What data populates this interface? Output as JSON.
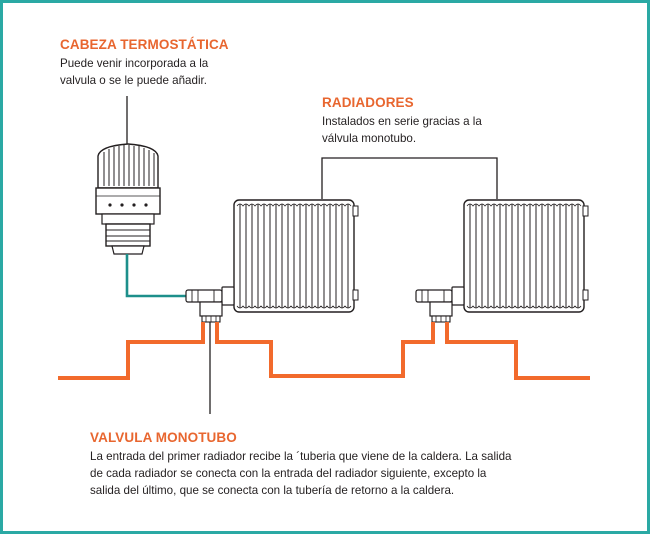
{
  "colors": {
    "frame": "#2aa9a4",
    "accent": "#e8662f",
    "pipe_hot": "#f26a2c",
    "pipe_sensor": "#1d8f8b",
    "ink": "#231f20"
  },
  "cabeza": {
    "title": "CABEZA TERMOSTÁTICA",
    "line1": "Puede venir incorporada a la",
    "line2": "valvula o se le puede añadir."
  },
  "radiadores": {
    "title": "RADIADORES",
    "line1": "Instalados en serie gracias a la",
    "line2": "válvula monotubo."
  },
  "valvula": {
    "title": "VALVULA MONOTUBO",
    "line1": "La entrada del primer radiador recibe la ´tuberia que viene de la caldera. La salida",
    "line2": "de cada radiador se conecta con la entrada del radiador siguiente, excepto la",
    "line3": "salida del último, que se conecta con la tubería de retorno a la caldera."
  },
  "icons": {
    "thermostatic_head": "thermostatic-head-icon",
    "radiator": "radiator-icon",
    "valve": "monotube-valve-icon"
  }
}
